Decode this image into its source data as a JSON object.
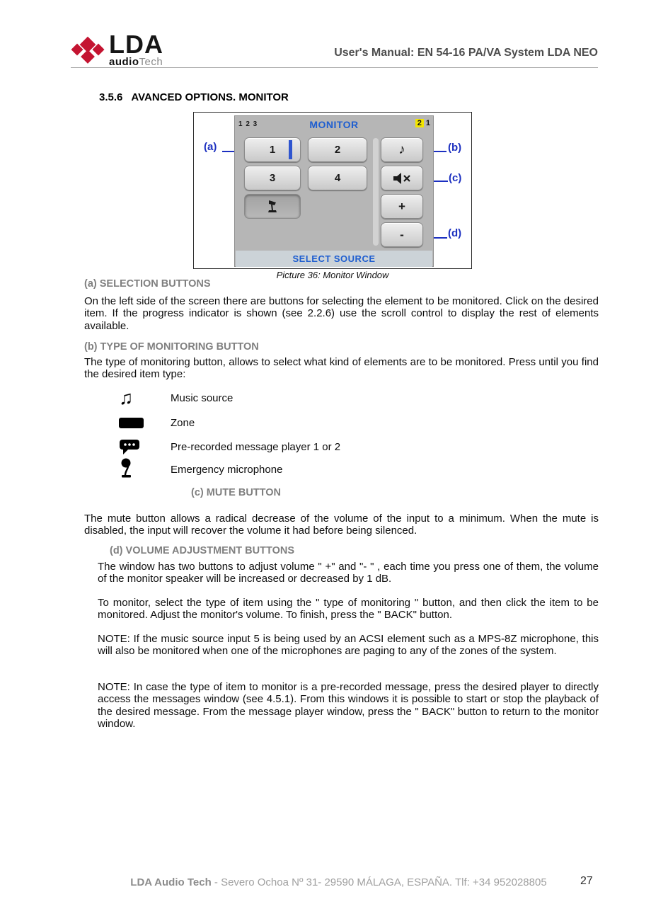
{
  "header": {
    "logo_brand": "LDA",
    "logo_sub_bold": "audio",
    "logo_sub_light": "Tech",
    "manual_label": "User's Manual: ",
    "manual_title": "EN 54-16 PA/VA System LDA NEO"
  },
  "section": {
    "number": "3.5.6",
    "title": "AVANCED OPTIONS. MONITOR"
  },
  "figure": {
    "caption": "Picture 36: Monitor Window",
    "screen": {
      "top_left_pages": "1 2 3",
      "title": "MONITOR",
      "page_current": "2",
      "page_total": "1",
      "source_buttons": [
        "1",
        "2",
        "3",
        "4"
      ],
      "volume_up": "+",
      "volume_down": "-",
      "bottom_label": "SELECT SOURCE"
    },
    "annotations": {
      "a": "(a)",
      "b": "(b)",
      "c": "(c)",
      "d": "(d)"
    }
  },
  "icons": {
    "monitor_music_note": "♪",
    "legend_music_note": "♫"
  },
  "sec_a": {
    "heading": "(a) SELECTION BUTTONS",
    "body": "On the left side of the screen there are buttons for selecting the element to be monitored. Click on the desired item. If the progress indicator is shown (see 2.2.6) use the scroll control to display the rest of elements available."
  },
  "sec_b": {
    "heading": "(b) TYPE OF MONITORING BUTTON",
    "body": "The type of monitoring button, allows to select what kind of elements are to be monitored. Press until you find the desired item type:"
  },
  "legend": [
    {
      "label": "Music source"
    },
    {
      "label": "Zone"
    },
    {
      "label": "Pre-recorded message player 1 or 2"
    },
    {
      "label": "Emergency microphone"
    }
  ],
  "sec_c": {
    "heading": "(c) MUTE BUTTON",
    "body": "The mute button allows a radical decrease of the volume of the input to a minimum. When the mute is disabled, the input will recover the volume it had before being silenced."
  },
  "sec_d": {
    "heading": "(d) VOLUME ADJUSTMENT BUTTONS",
    "p1": "The window has two buttons to adjust volume \" +\" and \"- \" , each time you press one of them, the volume of the monitor speaker will be increased or decreased by 1 dB.",
    "p2": "To monitor, select the type of item using the \" type of monitoring \" button, and then click the item to be monitored. Adjust the monitor's volume. To finish, press the \" BACK\" button.",
    "note1": "NOTE: If the music source input 5 is being used by an ACSI element such as a MPS-8Z microphone, this will also be monitored when one of the microphones are paging to any of the zones of the system.",
    "note2": "NOTE: In case the type of item to monitor is a pre-recorded message, press the desired player to directly access the messages window (see 4.5.1). From this windows it is possible to start or stop the playback of the desired message. From the message player window, press the \" BACK\" button to return to the monitor window."
  },
  "footer": {
    "company": "LDA Audio Tech",
    "address": " - Severo Ochoa Nº 31- 29590 MÁLAGA, ESPAÑA. Tlf: +34 952028805",
    "page_number": "27"
  }
}
